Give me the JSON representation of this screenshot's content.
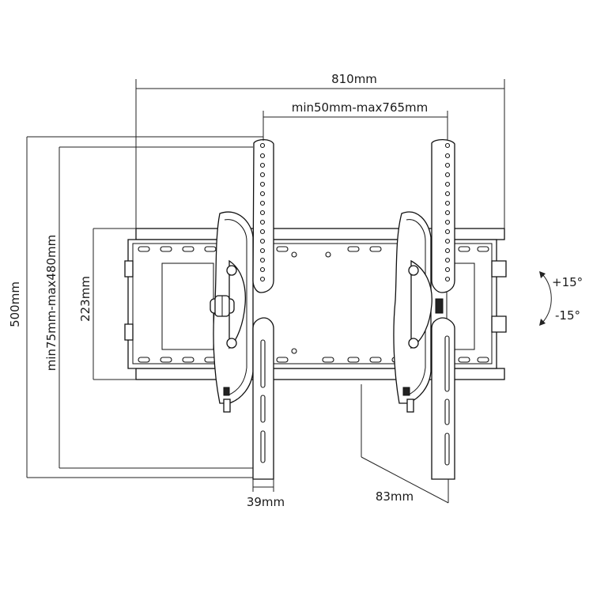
{
  "dimensions": {
    "overall_width": "810mm",
    "arm_spacing": "min50mm-max765mm",
    "overall_height": "500mm",
    "vesa_height": "min75mm-max480mm",
    "plate_height": "223mm",
    "arm_width": "39mm",
    "depth": "83mm"
  },
  "tilt": {
    "up": "+15°",
    "down": "-15°"
  },
  "colors": {
    "line": "#111111",
    "background": "#ffffff"
  }
}
